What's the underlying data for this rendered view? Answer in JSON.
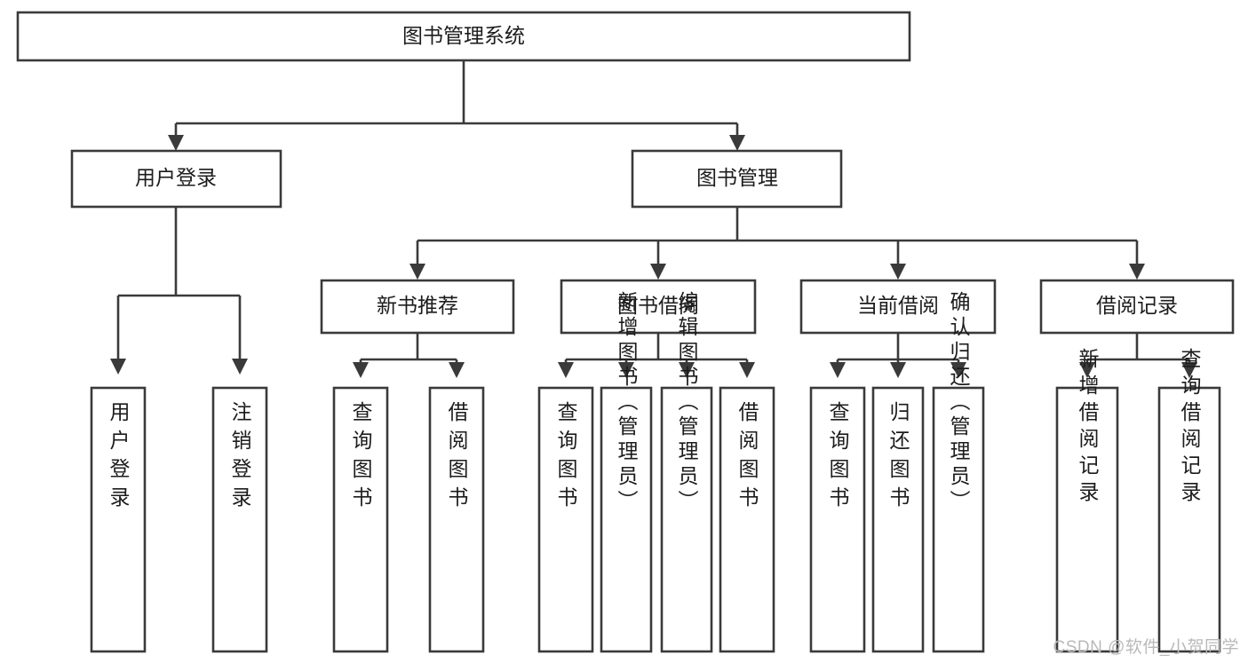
{
  "diagram": {
    "type": "tree-hierarchy",
    "title": "图书管理系统",
    "watermark": "CSDN @软件_小贺同学",
    "colors": {
      "box_stroke": "#3a3a3a",
      "box_fill": "#ffffff",
      "text": "#1c1c1c",
      "connector": "#3a3a3a",
      "watermark": "#b9b9b9",
      "background": "#ffffff"
    },
    "levels": [
      {
        "level": 1,
        "nodes": [
          {
            "id": "root",
            "label": "图书管理系统",
            "orientation": "horizontal"
          }
        ]
      },
      {
        "level": 2,
        "nodes": [
          {
            "id": "user-login",
            "label": "用户登录",
            "orientation": "horizontal",
            "parent": "root"
          },
          {
            "id": "book-manage",
            "label": "图书管理",
            "orientation": "horizontal",
            "parent": "root"
          }
        ]
      },
      {
        "level": 3,
        "nodes": [
          {
            "id": "new-book-recommend",
            "label": "新书推荐",
            "orientation": "horizontal",
            "parent": "book-manage"
          },
          {
            "id": "book-borrow",
            "label": "图书借阅",
            "orientation": "horizontal",
            "parent": "book-manage"
          },
          {
            "id": "current-borrow",
            "label": "当前借阅",
            "orientation": "horizontal",
            "parent": "book-manage"
          },
          {
            "id": "borrow-record",
            "label": "借阅记录",
            "orientation": "horizontal",
            "parent": "book-manage"
          }
        ]
      },
      {
        "level": 4,
        "nodes": [
          {
            "id": "leaf-user-login",
            "label": "用户登录",
            "orientation": "vertical",
            "parent": "user-login"
          },
          {
            "id": "leaf-logout-login",
            "label": "注销登录",
            "orientation": "vertical",
            "parent": "user-login"
          },
          {
            "id": "leaf-query-book-1",
            "label": "查询图书",
            "orientation": "vertical",
            "parent": "new-book-recommend"
          },
          {
            "id": "leaf-borrow-book-1",
            "label": "借阅图书",
            "orientation": "vertical",
            "parent": "new-book-recommend"
          },
          {
            "id": "leaf-query-book-2",
            "label": "查询图书",
            "orientation": "vertical",
            "parent": "book-borrow"
          },
          {
            "id": "leaf-add-book",
            "label": "新增图书（管理员）",
            "orientation": "vertical",
            "parent": "book-borrow"
          },
          {
            "id": "leaf-edit-book",
            "label": "编辑图书（管理员）",
            "orientation": "vertical",
            "parent": "book-borrow"
          },
          {
            "id": "leaf-borrow-book-2",
            "label": "借阅图书",
            "orientation": "vertical",
            "parent": "book-borrow"
          },
          {
            "id": "leaf-query-book-3",
            "label": "查询图书",
            "orientation": "vertical",
            "parent": "current-borrow"
          },
          {
            "id": "leaf-return-book",
            "label": "归还图书",
            "orientation": "vertical",
            "parent": "current-borrow"
          },
          {
            "id": "leaf-confirm-return",
            "label": "确认归还（管理员）",
            "orientation": "vertical",
            "parent": "current-borrow"
          },
          {
            "id": "leaf-add-record",
            "label": "新增借阅记录",
            "orientation": "vertical",
            "parent": "borrow-record"
          },
          {
            "id": "leaf-query-record",
            "label": "查询借阅记录",
            "orientation": "vertical",
            "parent": "borrow-record"
          }
        ]
      }
    ]
  }
}
